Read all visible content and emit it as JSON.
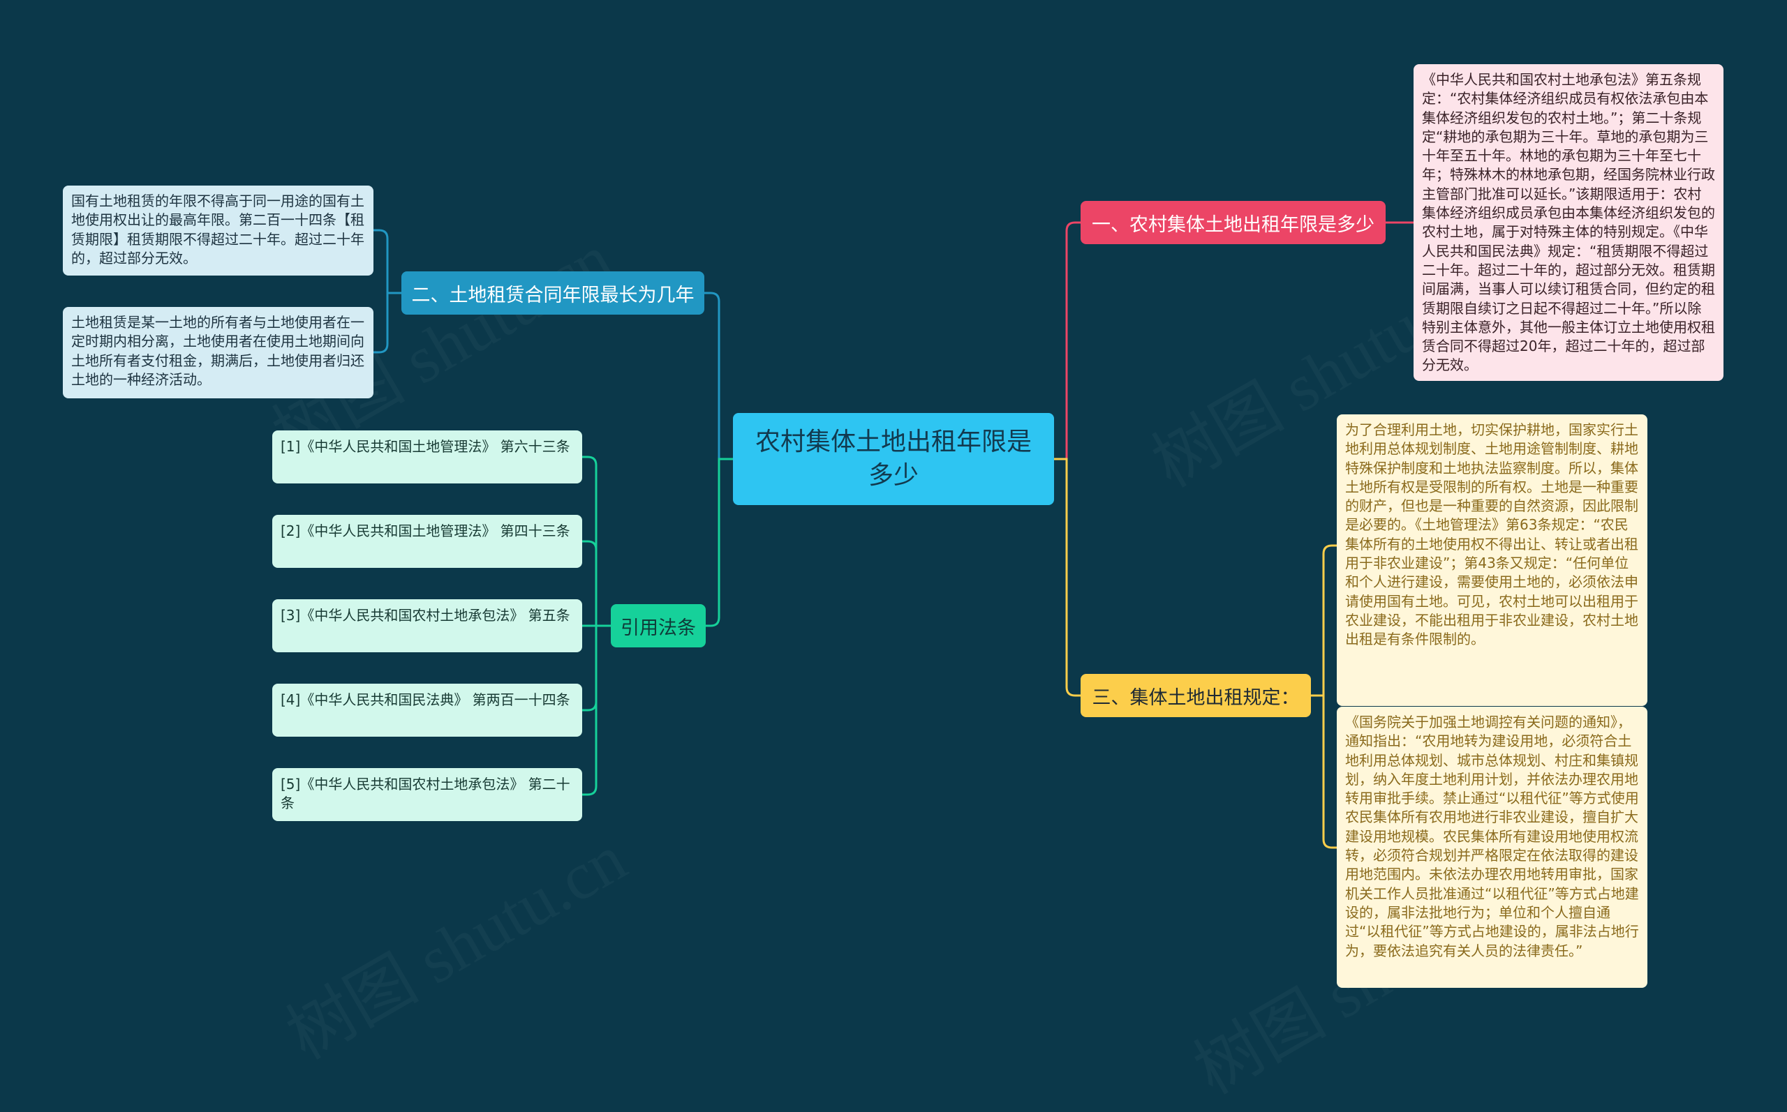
{
  "root": {
    "label": "农村集体土地出租年限是多少"
  },
  "branches": [
    {
      "label": "一、农村集体土地出租年限是多少",
      "color": "#ec4566",
      "leaves": [
        "《中华人民共和国农村土地承包法》第五条规定：“农村集体经济组织成员有权依法承包由本集体经济组织发包的农村土地。”；第二十条规定“耕地的承包期为三十年。草地的承包期为三十年至五十年。林地的承包期为三十年至七十年；特殊林木的林地承包期，经国务院林业行政主管部门批准可以延长。”该期限适用于：农村集体经济组织成员承包由本集体经济组织发包的农村土地，属于对特殊主体的特别规定。《中华人民共和国民法典》规定：“租赁期限不得超过二十年。超过二十年的，超过部分无效。租赁期间届满，当事人可以续订租赁合同，但约定的租赁期限自续订之日起不得超过二十年。”所以除特别主体意外，其他一般主体订立土地使用权租赁合同不得超过20年，超过二十年的，超过部分无效。"
      ]
    },
    {
      "label": "二、土地租赁合同年限最长为几年",
      "color": "#2197c3",
      "leaves": [
        "国有土地租赁的年限不得高于同一用途的国有土地使用权出让的最高年限。第二百一十四条【租赁期限】租赁期限不得超过二十年。超过二十年的，超过部分无效。",
        "土地租赁是某一土地的所有者与土地使用者在一定时期内相分离，土地使用者在使用土地期间向土地所有者支付租金，期满后，土地使用者归还土地的一种经济活动。"
      ]
    },
    {
      "label": "三、集体土地出租规定：",
      "color": "#fcce4b",
      "leaves": [
        "为了合理利用土地，切实保护耕地，国家实行土地利用总体规划制度、土地用途管制制度、耕地特殊保护制度和土地执法监察制度。所以，集体土地所有权是受限制的所有权。土地是一种重要的财产，但也是一种重要的自然资源，因此限制是必要的。《土地管理法》第63条规定：“农民集体所有的土地使用权不得出让、转让或者出租用于非农业建设”；第43条又规定：“任何单位和个人进行建设，需要使用土地的，必须依法申请使用国有土地。可见，农村土地可以出租用于农业建设，不能出租用于非农业建设，农村土地出租是有条件限制的。",
        "《国务院关于加强土地调控有关问题的通知》，通知指出：“农用地转为建设用地，必须符合土地利用总体规划、城市总体规划、村庄和集镇规划，纳入年度土地利用计划，并依法办理农用地转用审批手续。禁止通过“以租代征”等方式使用农民集体所有农用地进行非农业建设，擅自扩大建设用地规模。农民集体所有建设用地使用权流转，必须符合规划并严格限定在依法取得的建设用地范围内。未依法办理农用地转用审批，国家机关工作人员批准通过“以租代征”等方式占地建设的，属非法批地行为；单位和个人擅自通过“以租代征”等方式占地建设的，属非法占地行为，要依法追究有关人员的法律责任。”"
      ]
    },
    {
      "label": "引用法条",
      "color": "#16d19a",
      "leaves": [
        "[1]《中华人民共和国土地管理法》 第六十三条",
        "[2]《中华人民共和国土地管理法》 第四十三条",
        "[3]《中华人民共和国农村土地承包法》 第五条",
        "[4]《中华人民共和国民法典》 第两百一十四条",
        "[5]《中华人民共和国农村土地承包法》 第二十条"
      ]
    }
  ]
}
